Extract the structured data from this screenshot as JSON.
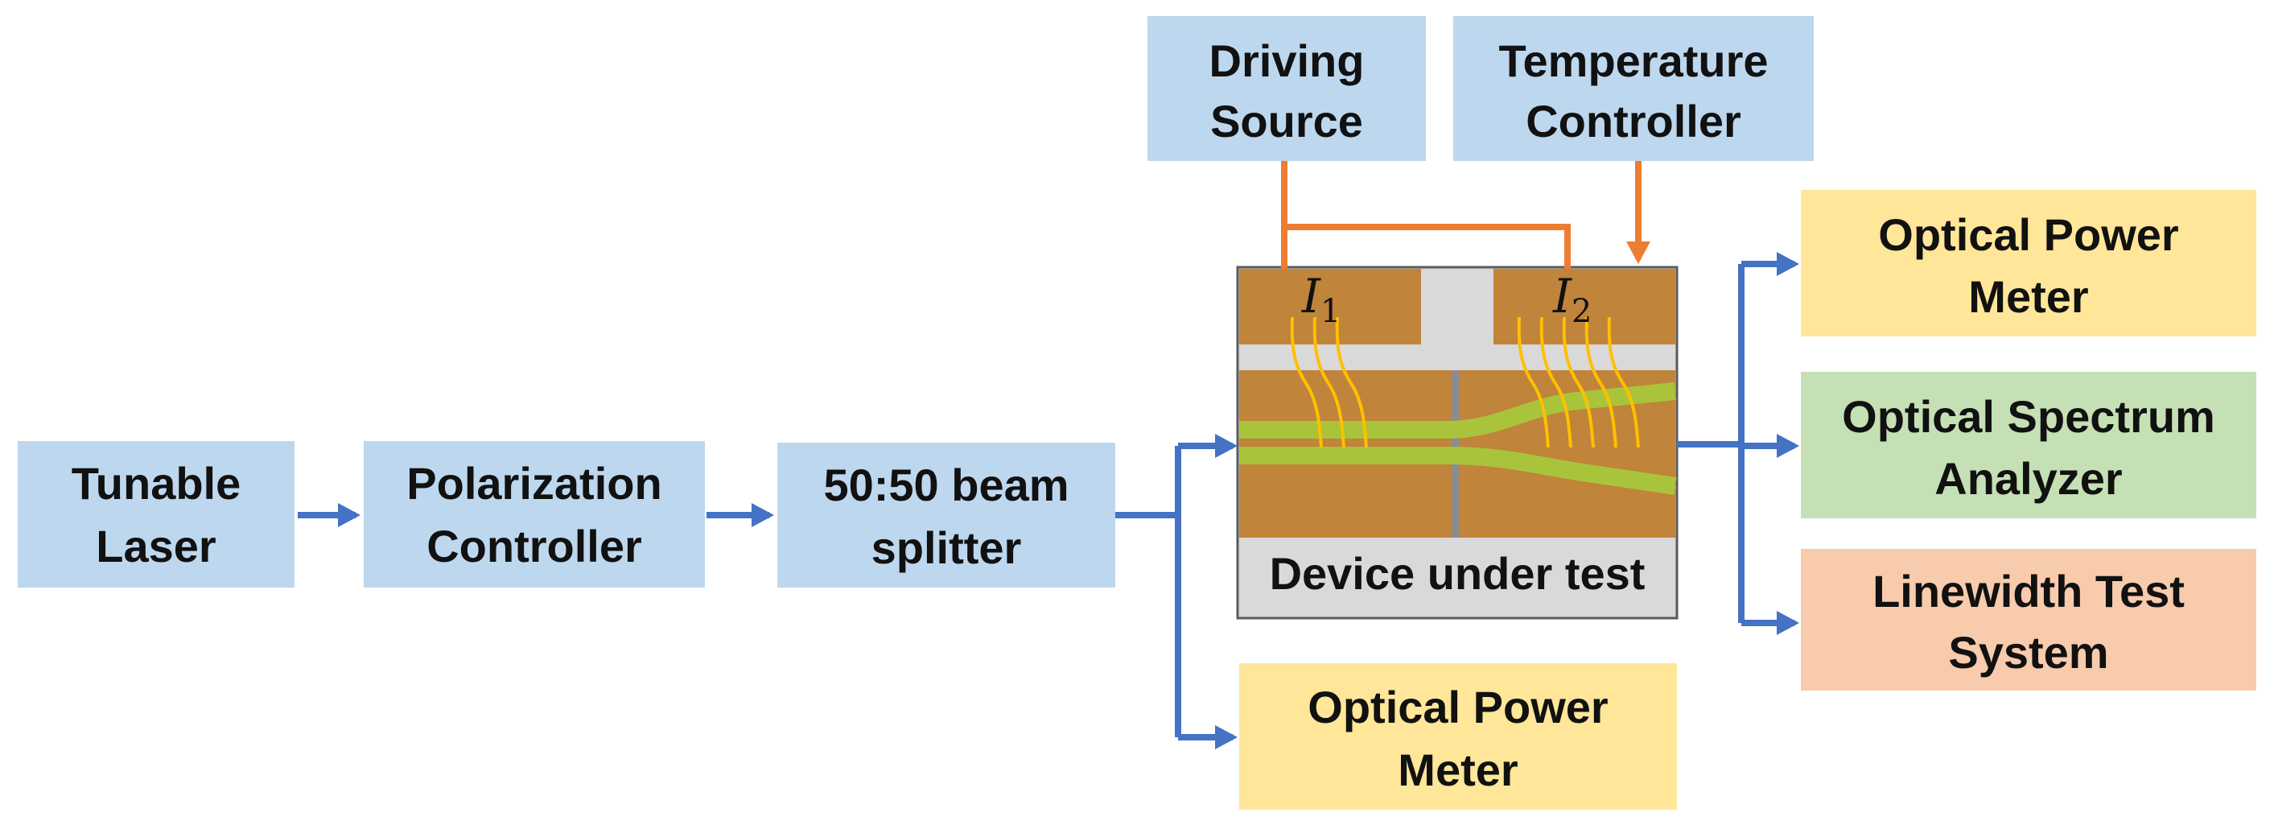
{
  "colors": {
    "blue_box": "#bdd7ee",
    "yellow_box": "#ffe699",
    "green_box": "#c5e0b4",
    "orange_box": "#f8cbad",
    "optical_line": "#4472c4",
    "electrical_line": "#ed7d31",
    "dut_body": "#d9d9d9",
    "electrode": "#c0843a",
    "waveguide": "#a9c43a",
    "wire": "#ffc000"
  },
  "boxes": {
    "tunable_laser": {
      "line1": "Tunable",
      "line2": "Laser"
    },
    "polarization_controller": {
      "line1": "Polarization",
      "line2": "Controller"
    },
    "beam_splitter": {
      "line1": "50:50 beam",
      "line2": "splitter"
    },
    "driving_source": {
      "line1": "Driving",
      "line2": "Source"
    },
    "temperature_controller": {
      "line1": "Temperature",
      "line2": "Controller"
    },
    "power_meter_top": {
      "line1": "Optical Power",
      "line2": "Meter"
    },
    "spectrum_analyzer": {
      "line1": "Optical Spectrum",
      "line2": "Analyzer"
    },
    "linewidth_test": {
      "line1": "Linewidth Test",
      "line2": "System"
    },
    "power_meter_bottom": {
      "line1": "Optical Power",
      "line2": "Meter"
    }
  },
  "device": {
    "label": "Device under test",
    "current1": {
      "var": "I",
      "sub": "1"
    },
    "current2": {
      "var": "I",
      "sub": "2"
    }
  }
}
